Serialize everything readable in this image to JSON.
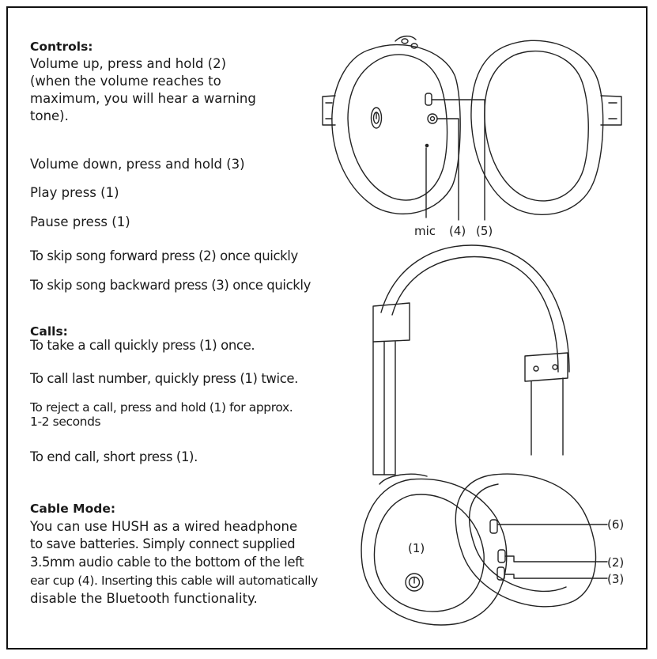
{
  "controls": {
    "heading": "Controls:",
    "volume_up": [
      "Volume up, press and hold (2)",
      "(when the volume reaches to",
      "maximum, you will hear a warning",
      "tone)."
    ],
    "volume_down": "Volume down, press and hold (3)",
    "play": "Play press (1)",
    "pause": "Pause press (1)",
    "skip_forward": "To skip song forward press (2) once quickly",
    "skip_backward": "To skip song backward press (3) once quickly"
  },
  "calls": {
    "heading": "Calls:",
    "take_call": "To take a call quickly press (1) once.",
    "call_last": "To call last number, quickly press (1) twice.",
    "reject": [
      "To reject a call, press and hold (1) for approx.",
      "1-2 seconds"
    ],
    "end_call": "To end call, short press (1)."
  },
  "cable_mode": {
    "heading": "Cable Mode:",
    "lines": [
      "You can use HUSH as a wired headphone",
      "to save batteries. Simply connect supplied",
      "3.5mm audio cable to the bottom of the left",
      "ear cup (4). Inserting this cable will automatically",
      "disable the Bluetooth functionality."
    ]
  },
  "top_diagram": {
    "mic": "mic",
    "port4": "(4)",
    "port5": "(5)"
  },
  "bottom_diagram": {
    "btn1": "(1)",
    "btn6": "(6)",
    "btn2": "(2)",
    "btn3": "(3)"
  }
}
